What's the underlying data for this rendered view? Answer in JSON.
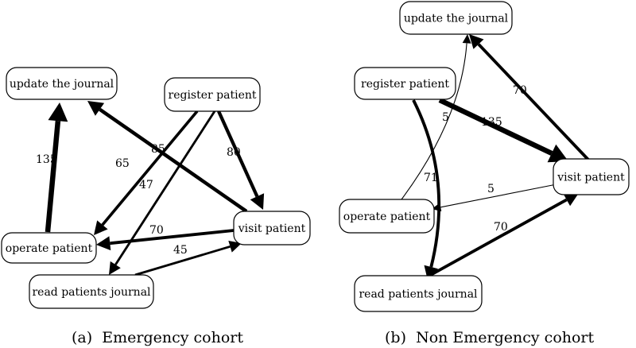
{
  "panels": [
    {
      "id": "emergency",
      "caption": "(a)  Emergency cohort",
      "nodes": [
        {
          "id": "update",
          "label": "update the journal"
        },
        {
          "id": "register",
          "label": "register patient"
        },
        {
          "id": "operate",
          "label": "operate patient"
        },
        {
          "id": "visit",
          "label": "visit patient"
        },
        {
          "id": "read",
          "label": "read patients journal"
        }
      ],
      "edges": [
        {
          "from": "operate",
          "to": "update",
          "label": "135",
          "weight": 135
        },
        {
          "from": "register",
          "to": "operate",
          "label": "65",
          "weight": 65
        },
        {
          "from": "register",
          "to": "read",
          "label": "47",
          "weight": 47
        },
        {
          "from": "register",
          "to": "visit",
          "label": "80",
          "weight": 80
        },
        {
          "from": "visit",
          "to": "update",
          "label": "85",
          "weight": 85
        },
        {
          "from": "visit",
          "to": "operate",
          "label": "70",
          "weight": 70
        },
        {
          "from": "read",
          "to": "visit",
          "label": "45",
          "weight": 45
        }
      ]
    },
    {
      "id": "non-emergency",
      "caption": "(b)  Non Emergency cohort",
      "nodes": [
        {
          "id": "update",
          "label": "update the journal"
        },
        {
          "id": "register",
          "label": "register patient"
        },
        {
          "id": "visit",
          "label": "visit patient"
        },
        {
          "id": "operate",
          "label": "operate patient"
        },
        {
          "id": "read",
          "label": "read patients journal"
        }
      ],
      "edges": [
        {
          "from": "register",
          "to": "visit",
          "label": "135",
          "weight": 135
        },
        {
          "from": "visit",
          "to": "update",
          "label": "70",
          "weight": 70
        },
        {
          "from": "operate",
          "to": "update",
          "label": "5",
          "weight": 5
        },
        {
          "from": "register",
          "to": "read",
          "label": "71",
          "weight": 71
        },
        {
          "from": "visit",
          "to": "operate",
          "label": "5",
          "weight": 5
        },
        {
          "from": "read",
          "to": "visit",
          "label": "70",
          "weight": 70
        }
      ]
    }
  ]
}
